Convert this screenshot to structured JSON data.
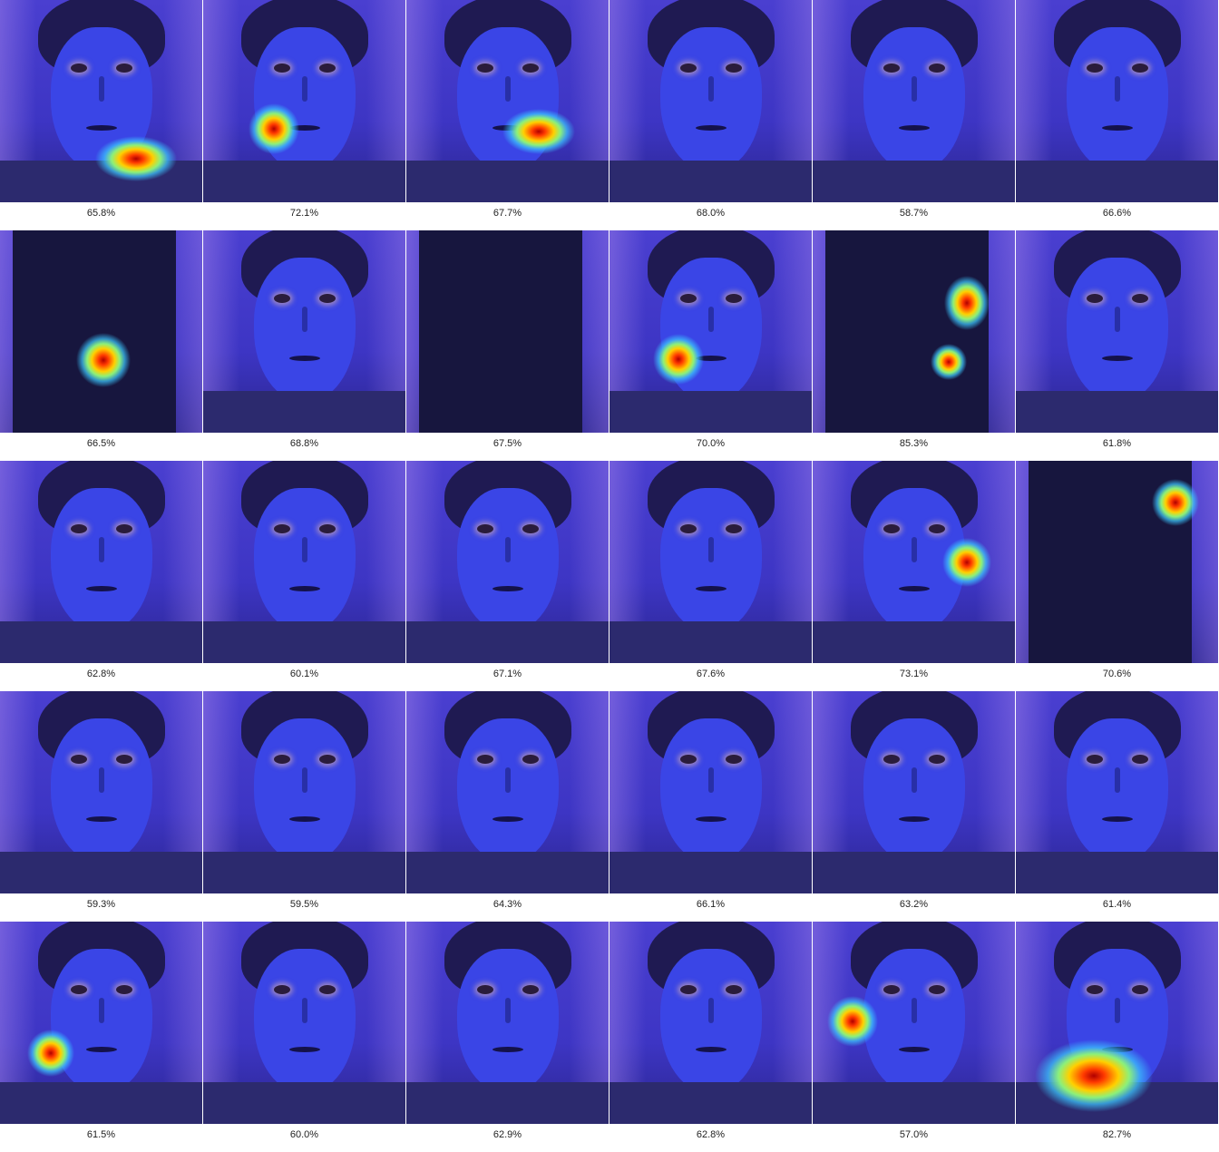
{
  "grid": {
    "rows": 5,
    "cols": 6,
    "cells": [
      {
        "label": "65.8%",
        "subject": "face",
        "heat": true
      },
      {
        "label": "72.1%",
        "subject": "face",
        "heat": true
      },
      {
        "label": "67.7%",
        "subject": "face",
        "heat": true
      },
      {
        "label": "68.0%",
        "subject": "face",
        "heat": false
      },
      {
        "label": "58.7%",
        "subject": "face",
        "heat": false
      },
      {
        "label": "66.6%",
        "subject": "face",
        "heat": false
      },
      {
        "label": "66.5%",
        "subject": "torso",
        "heat": true
      },
      {
        "label": "68.8%",
        "subject": "face",
        "heat": false
      },
      {
        "label": "67.5%",
        "subject": "torso",
        "heat": false
      },
      {
        "label": "70.0%",
        "subject": "face",
        "heat": true
      },
      {
        "label": "85.3%",
        "subject": "torso",
        "heat": true
      },
      {
        "label": "61.8%",
        "subject": "face",
        "heat": false
      },
      {
        "label": "62.8%",
        "subject": "face",
        "heat": false
      },
      {
        "label": "60.1%",
        "subject": "face",
        "heat": false
      },
      {
        "label": "67.1%",
        "subject": "face",
        "heat": false
      },
      {
        "label": "67.6%",
        "subject": "face",
        "heat": false
      },
      {
        "label": "73.1%",
        "subject": "face",
        "heat": true
      },
      {
        "label": "70.6%",
        "subject": "torso",
        "heat": true
      },
      {
        "label": "59.3%",
        "subject": "face",
        "heat": false
      },
      {
        "label": "59.5%",
        "subject": "face",
        "heat": false
      },
      {
        "label": "64.3%",
        "subject": "face",
        "heat": false
      },
      {
        "label": "66.1%",
        "subject": "face",
        "heat": false
      },
      {
        "label": "63.2%",
        "subject": "face",
        "heat": false
      },
      {
        "label": "61.4%",
        "subject": "face",
        "heat": false
      },
      {
        "label": "61.5%",
        "subject": "face",
        "heat": true
      },
      {
        "label": "60.0%",
        "subject": "face",
        "heat": false
      },
      {
        "label": "62.9%",
        "subject": "face",
        "heat": false
      },
      {
        "label": "62.8%",
        "subject": "face",
        "heat": false
      },
      {
        "label": "57.0%",
        "subject": "face",
        "heat": true
      },
      {
        "label": "82.7%",
        "subject": "face",
        "heat": true
      }
    ]
  },
  "colors": {
    "overlay": "#3d35c4",
    "skin": "#3a45e6",
    "hair": "#1f1a52",
    "heat_core": "#b00000",
    "heat_mid": "#ffd000",
    "label_text": "#222222"
  }
}
